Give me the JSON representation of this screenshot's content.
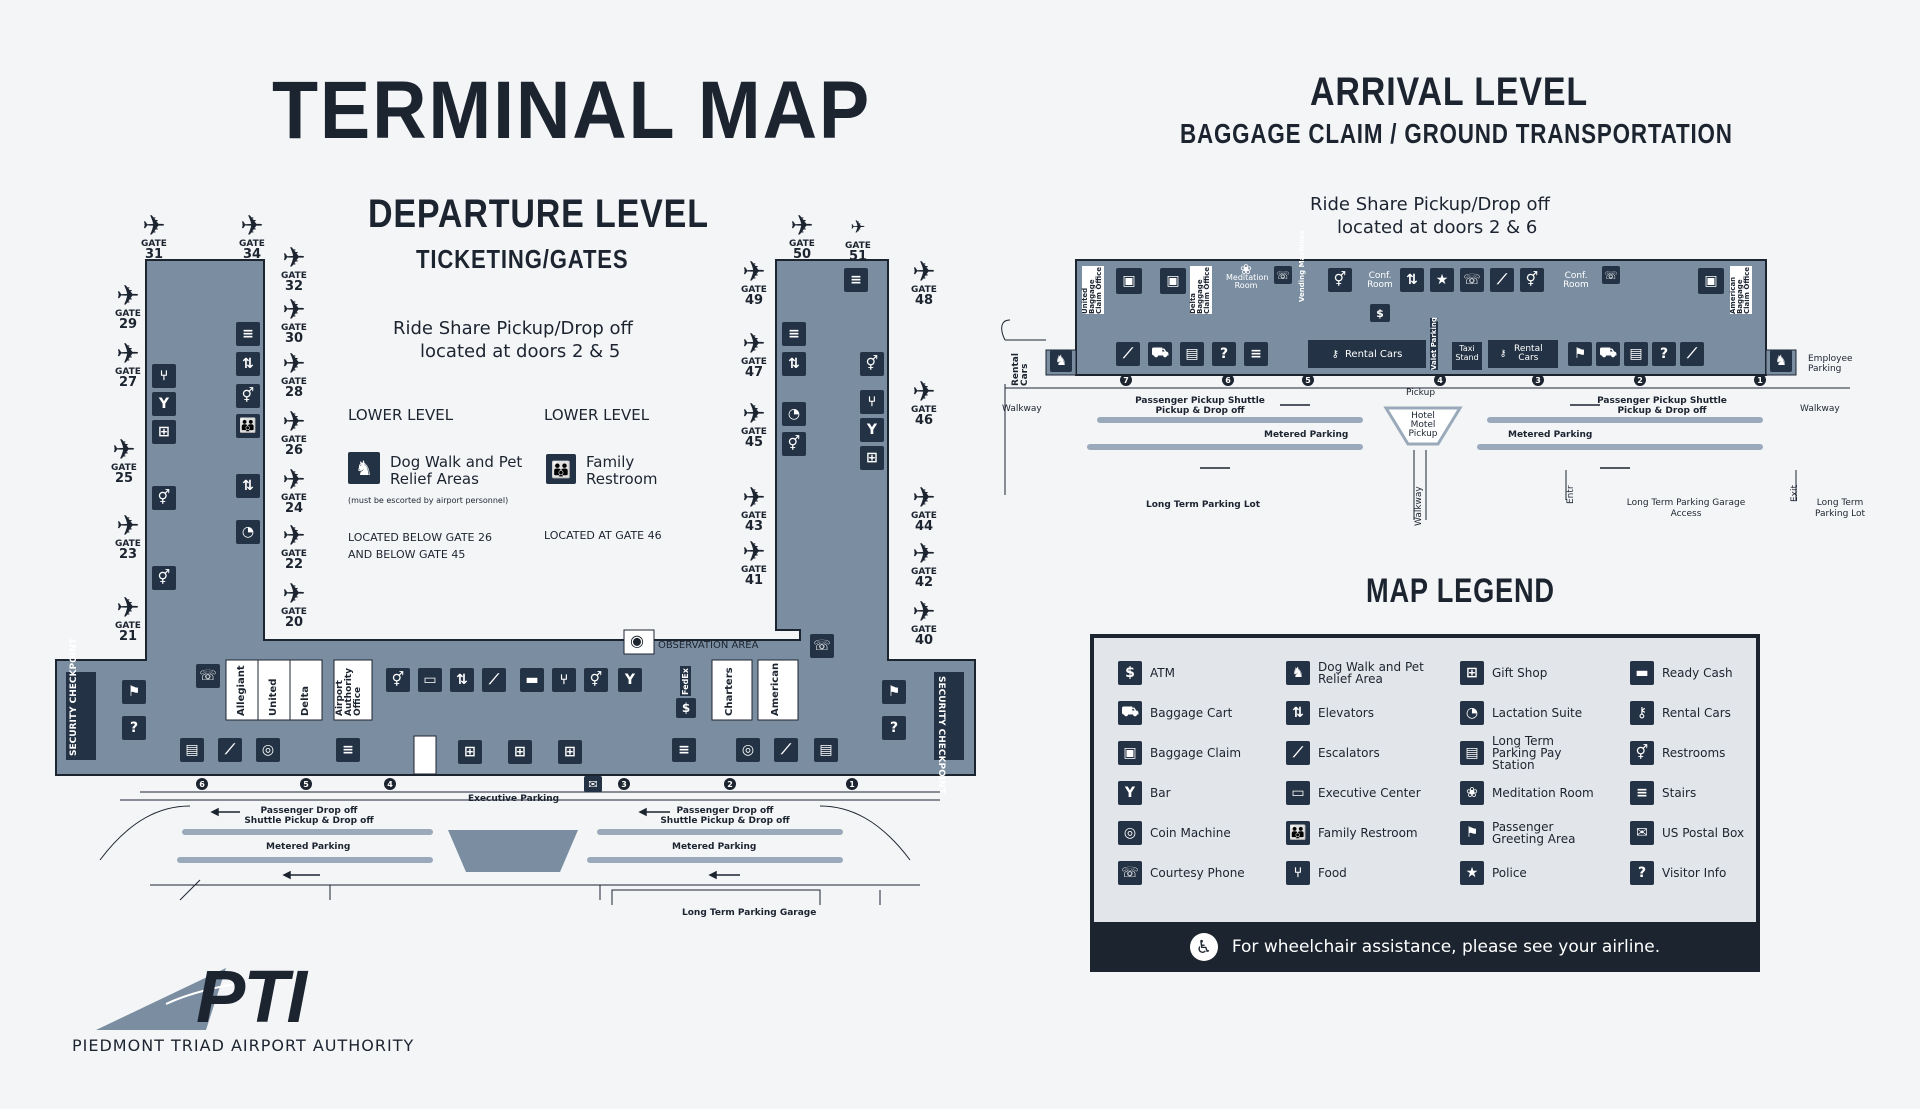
{
  "header": {
    "main_title": "TERMINAL MAP",
    "departure_title": "DEPARTURE LEVEL",
    "departure_subtitle": "TICKETING/GATES",
    "departure_rideshare_1": "Ride Share Pickup/Drop off",
    "departure_rideshare_2": "located at doors 2 & 5",
    "arrival_title": "ARRIVAL LEVEL",
    "arrival_subtitle": "BAGGAGE CLAIM / GROUND TRANSPORTATION",
    "arrival_rideshare_1": "Ride Share Pickup/Drop off",
    "arrival_rideshare_2": "located at doors 2 & 6"
  },
  "lower_level": {
    "left_heading": "LOWER LEVEL",
    "left_item": "Dog Walk and Pet Relief Areas",
    "left_note": "(must be escorted by airport personnel)",
    "left_location": "LOCATED BELOW GATE 26 AND BELOW GATE 45",
    "right_heading": "LOWER LEVEL",
    "right_item": "Family Restroom",
    "right_location": "LOCATED AT GATE 46"
  },
  "gates_left": [
    "31",
    "34",
    "32",
    "29",
    "30",
    "27",
    "28",
    "26",
    "25",
    "24",
    "23",
    "22",
    "21",
    "20"
  ],
  "gates_right": [
    "50",
    "51",
    "49",
    "48",
    "47",
    "46",
    "45",
    "43",
    "44",
    "41",
    "42",
    "40"
  ],
  "gate_label": "GATE",
  "departure": {
    "observation": "OBSERVATION AREA",
    "security_left": "SECURITY CHECKPOINT",
    "security_right": "SECURITY CHECKPOINT",
    "airlines_left": [
      "Allegiant",
      "United",
      "Delta",
      "Airport Authority Office"
    ],
    "airlines_right": [
      "FedEx",
      "Charters",
      "American"
    ],
    "executive_parking": "Executive Parking",
    "dropoff_left": "Passenger Drop off Shuttle Pickup & Drop off",
    "dropoff_right": "Passenger Drop off Shuttle Pickup & Drop off",
    "metered_left": "Metered Parking",
    "metered_right": "Metered Parking",
    "garage": "Long Term Parking Garage",
    "doors": [
      "6",
      "5",
      "4",
      "3",
      "2",
      "1"
    ]
  },
  "arrival": {
    "rooms": [
      "United Baggage Claim Office",
      "Delta Baggage Claim Office",
      "Meditation Room",
      "Vending Machines",
      "Conf. Room",
      "Conf. Room",
      "American Baggage Claim Office"
    ],
    "rental_cars": "Rental Cars",
    "valet": "Valet Parking",
    "taxi": "Taxi Stand",
    "rental_cars_2": "Rental Cars",
    "rental_cars_side": "Rental Cars",
    "employee_parking": "Employee Parking",
    "pickup": "Pickup",
    "walkway_left": "Walkway",
    "walkway_right": "Walkway",
    "walkway_vertical": "Walkway",
    "pickup_left": "Passenger Pickup Shuttle Pickup & Drop off",
    "pickup_right": "Passenger Pickup Shuttle Pickup & Drop off",
    "hotel": "Hotel Motel Pickup",
    "metered_left": "Metered Parking",
    "metered_right": "Metered Parking",
    "lot": "Long Term Parking Lot",
    "garage_access": "Long Term Parking Garage Access",
    "lot_right": "Long Term Parking Lot",
    "entr": "Entr",
    "exit": "Exit",
    "doors": [
      "7",
      "6",
      "5",
      "4",
      "3",
      "2",
      "1"
    ]
  },
  "legend": {
    "title": "MAP LEGEND",
    "items": [
      {
        "icon": "atm-icon",
        "glyph": "$",
        "label": "ATM"
      },
      {
        "icon": "baggage-cart-icon",
        "glyph": "⛟",
        "label": "Baggage Cart"
      },
      {
        "icon": "baggage-claim-icon",
        "glyph": "▣",
        "label": "Baggage Claim"
      },
      {
        "icon": "bar-icon",
        "glyph": "Y",
        "label": "Bar"
      },
      {
        "icon": "coin-machine-icon",
        "glyph": "◎",
        "label": "Coin Machine"
      },
      {
        "icon": "courtesy-phone-icon",
        "glyph": "☏",
        "label": "Courtesy Phone"
      },
      {
        "icon": "dog-walk-icon",
        "glyph": "♞",
        "label": "Dog Walk and Pet Relief Area"
      },
      {
        "icon": "elevators-icon",
        "glyph": "⇅",
        "label": "Elevators"
      },
      {
        "icon": "escalators-icon",
        "glyph": "⟋",
        "label": "Escalators"
      },
      {
        "icon": "executive-center-icon",
        "glyph": "▭",
        "label": "Executive Center"
      },
      {
        "icon": "family-restroom-icon",
        "glyph": "👪",
        "label": "Family Restroom"
      },
      {
        "icon": "food-icon",
        "glyph": "⑂",
        "label": "Food"
      },
      {
        "icon": "gift-shop-icon",
        "glyph": "⊞",
        "label": "Gift Shop"
      },
      {
        "icon": "lactation-suite-icon",
        "glyph": "◔",
        "label": "Lactation Suite"
      },
      {
        "icon": "pay-station-icon",
        "glyph": "▤",
        "label": "Long Term Parking Pay Station"
      },
      {
        "icon": "meditation-room-icon",
        "glyph": "❀",
        "label": "Meditation Room"
      },
      {
        "icon": "greeting-area-icon",
        "glyph": "⚑",
        "label": "Passenger Greeting Area"
      },
      {
        "icon": "police-icon",
        "glyph": "★",
        "label": "Police"
      },
      {
        "icon": "ready-cash-icon",
        "glyph": "▬",
        "label": "Ready Cash"
      },
      {
        "icon": "rental-cars-icon",
        "glyph": "⚷",
        "label": "Rental Cars"
      },
      {
        "icon": "restrooms-icon",
        "glyph": "⚥",
        "label": "Restrooms"
      },
      {
        "icon": "stairs-icon",
        "glyph": "≡",
        "label": "Stairs"
      },
      {
        "icon": "postal-box-icon",
        "glyph": "✉",
        "label": "US Postal Box"
      },
      {
        "icon": "visitor-info-icon",
        "glyph": "?",
        "label": "Visitor Info"
      }
    ],
    "wheelchair": "For wheelchair assistance, please see your airline."
  },
  "logo": {
    "name": "PTI",
    "authority": "PIEDMONT TRIAD AIRPORT AUTHORITY"
  },
  "colors": {
    "terminal": "#7b8ea1",
    "dark": "#1c2430",
    "legend_bg": "#e2e5e9"
  }
}
